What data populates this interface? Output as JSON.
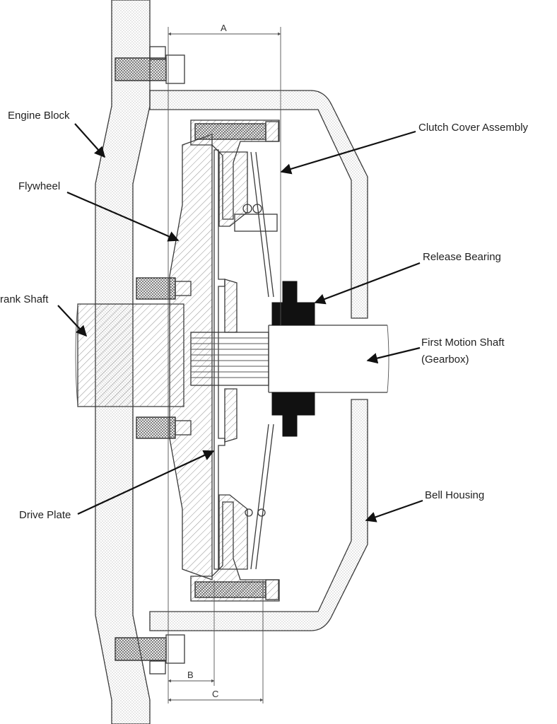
{
  "labels": {
    "engine_block": "Engine Block",
    "flywheel": "Flywheel",
    "crank_shaft": "rank Shaft",
    "clutch_cover": "Clutch Cover Assembly",
    "release_bearing": "Release Bearing",
    "first_motion_shaft_1": "First Motion Shaft",
    "first_motion_shaft_2": "(Gearbox)",
    "drive_plate": "Drive Plate",
    "bell_housing": "Bell Housing"
  },
  "dimensions": {
    "a": "A",
    "b": "B",
    "c": "C"
  },
  "colors": {
    "line": "#3a3a3a",
    "leader": "#111111",
    "bearing": "#111111"
  }
}
